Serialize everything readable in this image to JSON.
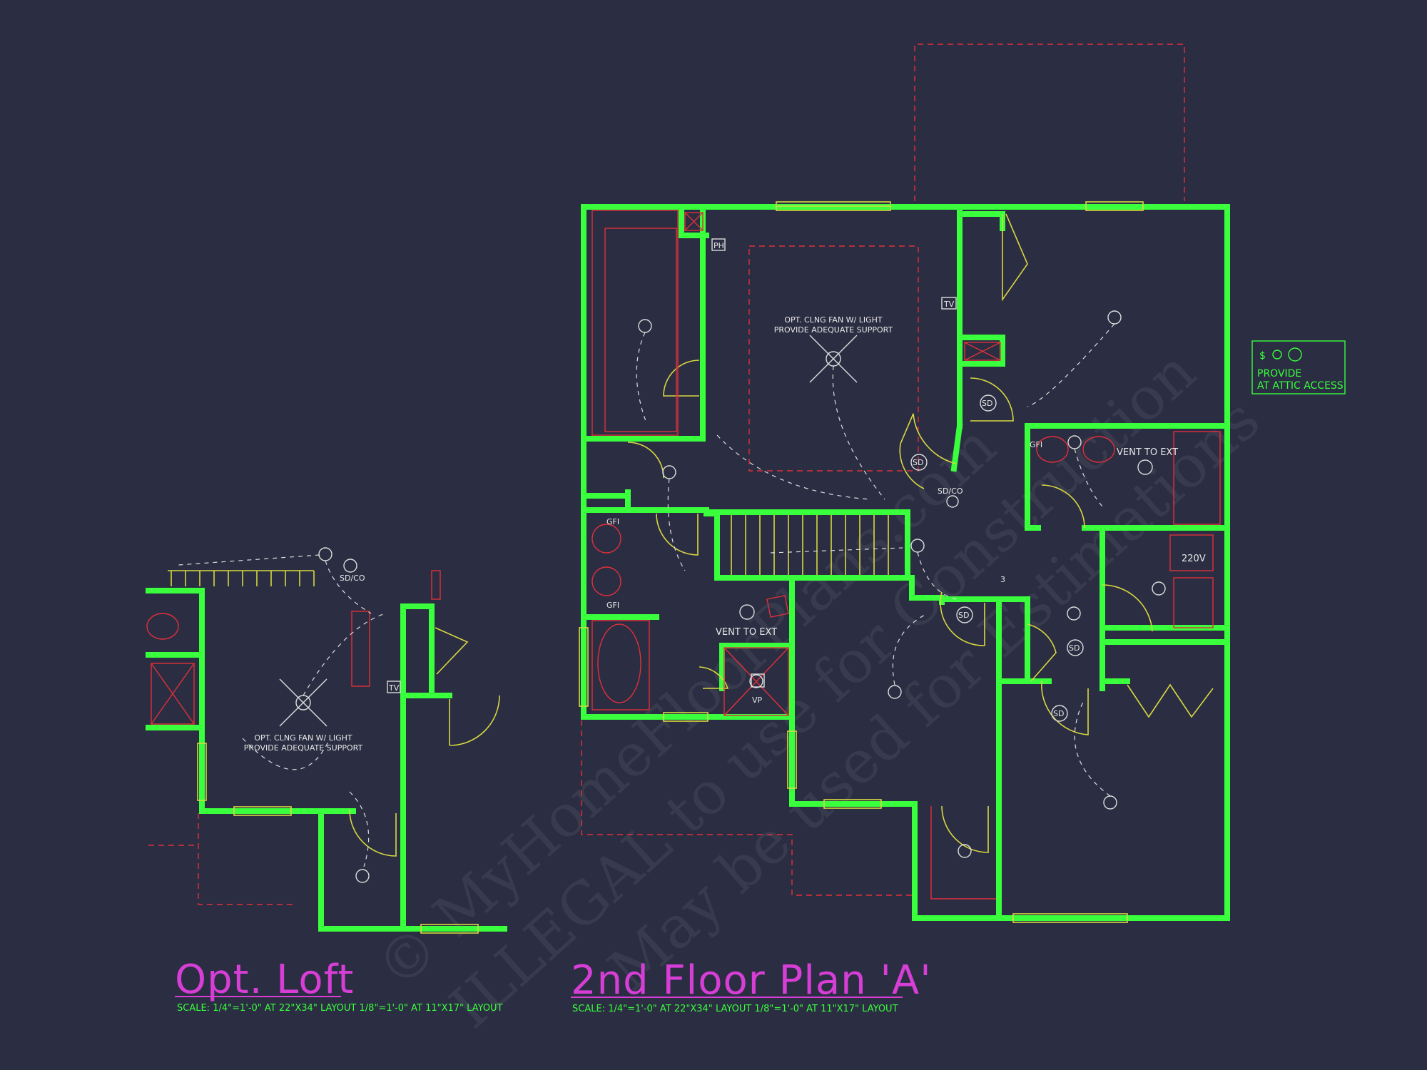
{
  "watermark": {
    "line1": "© MyHomeFloorPlans.com",
    "line2": "ILLEGAL to use for Construction",
    "line3": "May be used for Estimations"
  },
  "second_floor": {
    "title": "2nd Floor Plan 'A'",
    "scale": "SCALE: 1/4\"=1'-0\" AT 22\"X34\" LAYOUT    1/8\"=1'-0\" AT 11\"X17\" LAYOUT",
    "labels": {
      "fan_note_1": "OPT. CLNG FAN W/ LIGHT",
      "fan_note_2": "PROVIDE ADEQUATE SUPPORT",
      "ph": "PH",
      "tv": "TV",
      "sd": "SD",
      "sd_co": "SD/CO",
      "gfi": "GFI",
      "vent_to_ext": "VENT TO EXT",
      "vp": "VP",
      "v220": "220V",
      "switch_3": "3"
    }
  },
  "loft": {
    "title": "Opt. Loft",
    "scale": "SCALE: 1/4\"=1'-0\" AT 22\"X34\" LAYOUT    1/8\"=1'-0\" AT 11\"X17\" LAYOUT",
    "labels": {
      "sd_co": "SD/CO",
      "tv": "TV",
      "fan_note_1": "OPT. CLNG FAN W/ LIGHT",
      "fan_note_2": "PROVIDE ADEQUATE SUPPORT"
    }
  },
  "legend": {
    "line1": "PROVIDE",
    "line2": "AT ATTIC ACCESS"
  },
  "colors": {
    "background": "#2b2d42",
    "wall": "#39ff3c",
    "title": "#d63ed6",
    "hidden_line": "#e0303a",
    "window": "#d8d840"
  }
}
